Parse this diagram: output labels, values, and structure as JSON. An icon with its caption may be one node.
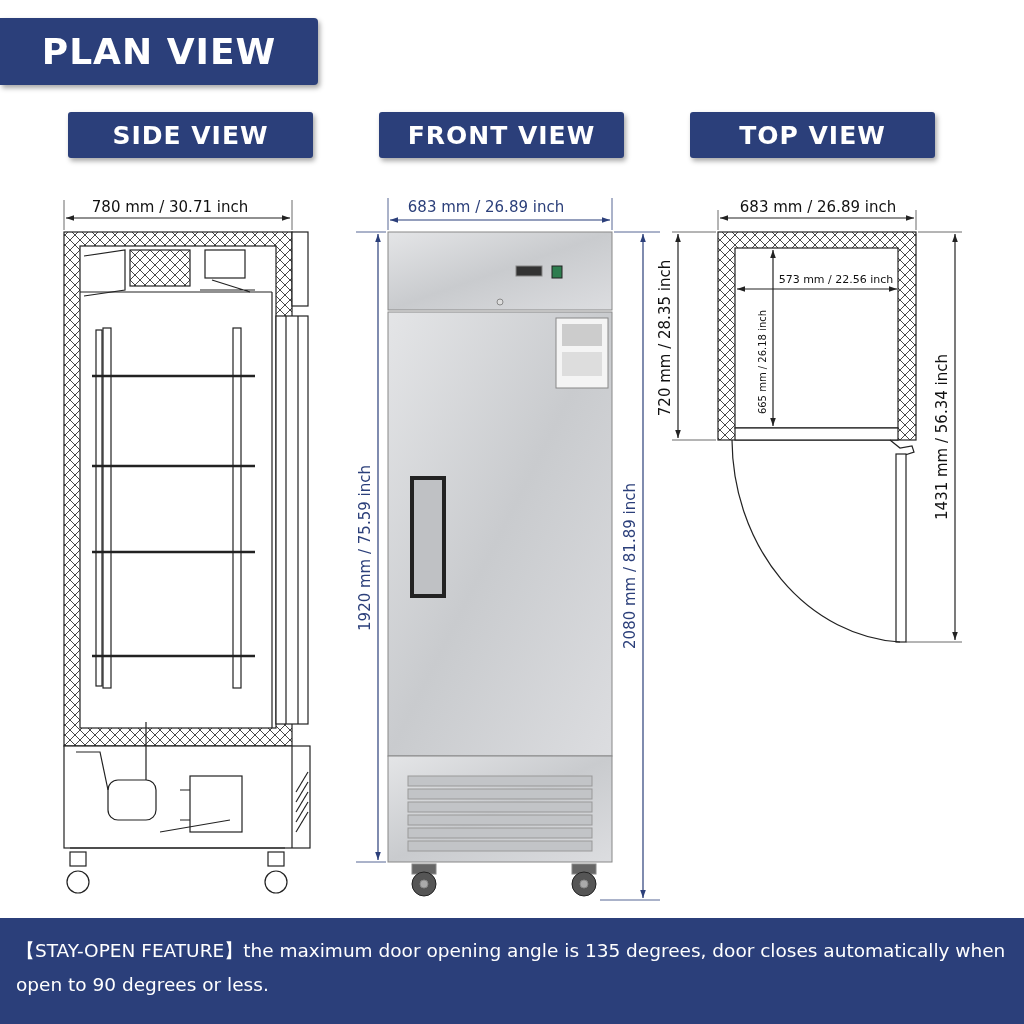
{
  "diagram": {
    "title": "PLAN VIEW",
    "caption": "【STAY-OPEN FEATURE】the maximum door opening angle is 135 degrees, door closes automatically when open to 90 degrees or less.",
    "nodes": [
      {
        "text": [
          "SIDE VIEW"
        ]
      },
      {
        "text": [
          "FRONT VIEW"
        ]
      },
      {
        "text": [
          "TOP VIEW"
        ]
      }
    ],
    "labels": [
      "780 mm / 30.71 inch",
      "683 mm / 26.89 inch",
      "683 mm / 26.89 inch",
      "573 mm / 22.56 inch",
      "720 mm / 28.35 inch",
      "665 mm / 26.18 inch",
      "1431 mm / 56.34 inch",
      "1920 mm / 75.59 inch",
      "2080 mm / 81.89 inch"
    ]
  }
}
